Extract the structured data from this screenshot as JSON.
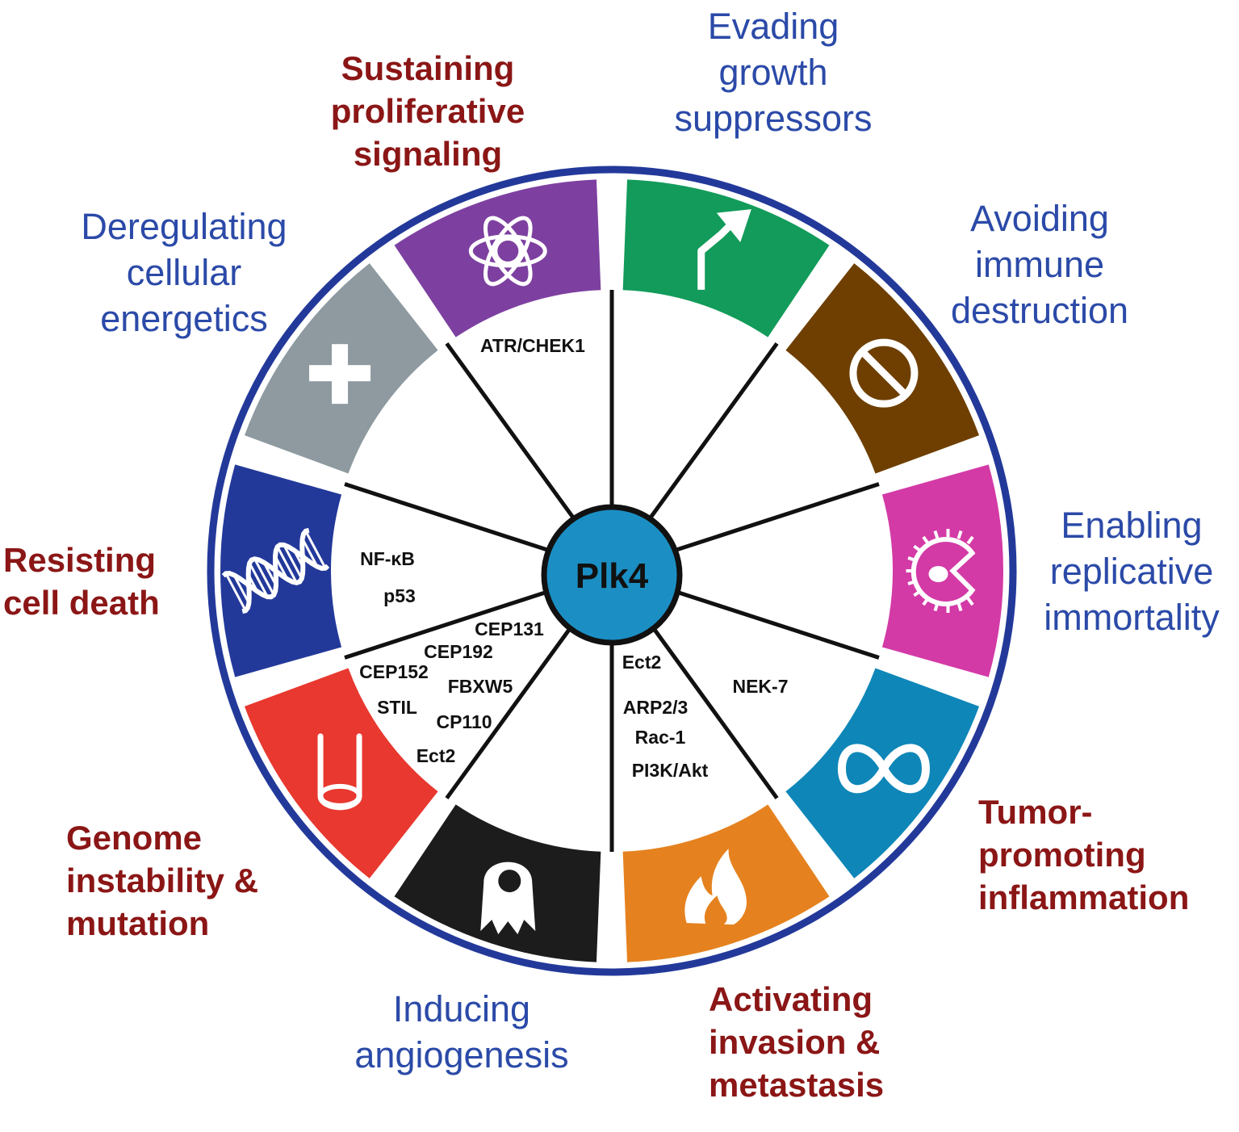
{
  "center": {
    "label": "Plk4",
    "fill": "#1b8fc4"
  },
  "colors": {
    "ring": "#23399a",
    "label_red": "#8b1616",
    "label_blue": "#2b4aa8",
    "spoke": "#111111"
  },
  "hallmarks": [
    {
      "id": "proliferative",
      "lines": [
        "Sustaining",
        "proliferative",
        "signaling"
      ],
      "color": "#129b5a",
      "label_color": "#8b1616",
      "bold": true,
      "icon": "bent-arrow-icon"
    },
    {
      "id": "growth-suppressors",
      "lines": [
        "Evading",
        "growth",
        "suppressors"
      ],
      "color": "#6e3f00",
      "label_color": "#2b4aa8",
      "bold": false,
      "icon": "prohibition-icon"
    },
    {
      "id": "immune-destruction",
      "lines": [
        "Avoiding",
        "immune",
        "destruction"
      ],
      "color": "#d33aa6",
      "label_color": "#2b4aa8",
      "bold": false,
      "icon": "pac-cell-icon"
    },
    {
      "id": "immortality",
      "lines": [
        "Enabling",
        "replicative",
        "immortality"
      ],
      "color": "#0e86b8",
      "label_color": "#2b4aa8",
      "bold": false,
      "icon": "infinity-icon"
    },
    {
      "id": "inflammation",
      "lines": [
        "Tumor-",
        "promoting",
        "inflammation"
      ],
      "color": "#e5821f",
      "label_color": "#8b1616",
      "bold": true,
      "icon": "flame-icon"
    },
    {
      "id": "invasion",
      "lines": [
        "Activating",
        "invasion  &",
        "metastasis"
      ],
      "color": "#1c1c1c",
      "label_color": "#8b1616",
      "bold": true,
      "icon": "migrating-cell-icon"
    },
    {
      "id": "angiogenesis",
      "lines": [
        "Inducing",
        "angiogenesis"
      ],
      "color": "#e8382f",
      "label_color": "#2b4aa8",
      "bold": false,
      "icon": "vessel-icon"
    },
    {
      "id": "genome-instability",
      "lines": [
        "Genome",
        "instability  &",
        "mutation"
      ],
      "color": "#23399a",
      "label_color": "#8b1616",
      "bold": true,
      "icon": "dna-icon"
    },
    {
      "id": "cell-death",
      "lines": [
        "Resisting",
        "cell death"
      ],
      "color": "#8e9aa0",
      "label_color": "#8b1616",
      "bold": true,
      "icon": "cross-icon"
    },
    {
      "id": "energetics",
      "lines": [
        "Deregulating",
        "cellular",
        "energetics"
      ],
      "color": "#7d40a0",
      "label_color": "#2b4aa8",
      "bold": false,
      "icon": "atom-icon"
    }
  ],
  "genes": [
    {
      "text": "ATR/CHEK1",
      "sector": "proliferative"
    },
    {
      "text": "NF-κB",
      "sector": "cell-death"
    },
    {
      "text": "p53",
      "sector": "cell-death"
    },
    {
      "text": "CEP131",
      "sector": "genome-instability"
    },
    {
      "text": "CEP192",
      "sector": "genome-instability"
    },
    {
      "text": "CEP152",
      "sector": "genome-instability"
    },
    {
      "text": "FBXW5",
      "sector": "genome-instability"
    },
    {
      "text": "STIL",
      "sector": "genome-instability"
    },
    {
      "text": "CP110",
      "sector": "genome-instability"
    },
    {
      "text": "Ect2",
      "sector": "genome-instability"
    },
    {
      "text": "Ect2",
      "sector": "invasion"
    },
    {
      "text": "ARP2/3",
      "sector": "invasion"
    },
    {
      "text": "Rac-1",
      "sector": "invasion"
    },
    {
      "text": "PI3K/Akt",
      "sector": "invasion"
    },
    {
      "text": "NEK-7",
      "sector": "inflammation"
    }
  ]
}
